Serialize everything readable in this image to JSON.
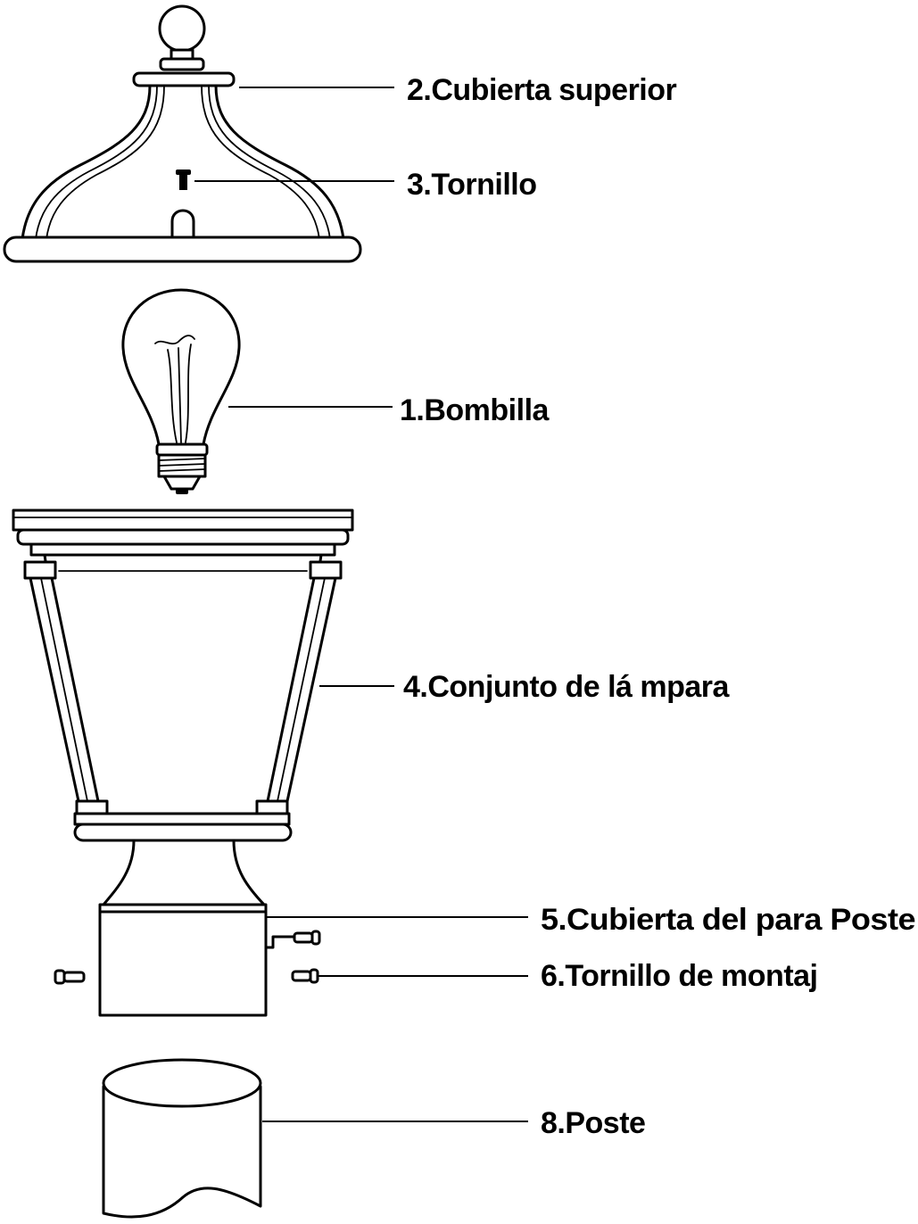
{
  "diagram": {
    "type": "exploded-assembly",
    "callouts": {
      "top_cover": "2.Cubierta superior",
      "screw": "3.Tornillo",
      "bulb": "1.Bombilla",
      "lamp_assembly": "4.Conjunto de lá mpara",
      "post_cover": "5.Cubierta del para Poste",
      "mounting_screw": "6.Tornillo de montaj",
      "post": "8.Poste"
    }
  }
}
